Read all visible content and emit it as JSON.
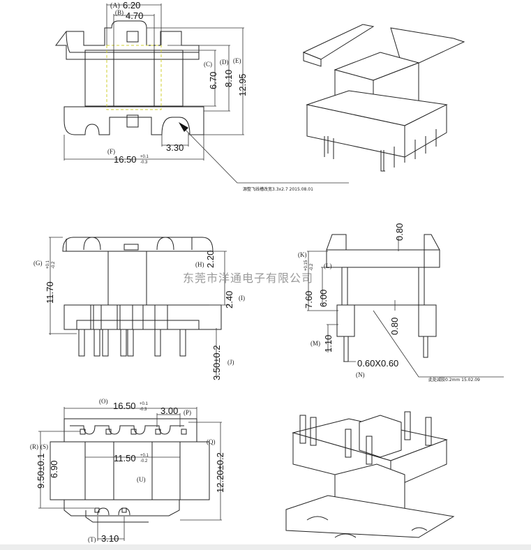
{
  "top_view": {
    "A": "(A)",
    "A_value": "6.20",
    "B": "(B)",
    "B_value": "4.70",
    "C": "(C)",
    "C_value": "6.70",
    "D": "(D)",
    "D_value": "8.10",
    "E": "(E)",
    "E_value": "12.95",
    "F": "(F)",
    "F_value": "16.50",
    "F_tol_plus": "+0.1",
    "F_tol_minus": "-0.3",
    "slot_value": "3.30",
    "note": "源整飞线槽改宽3.3x2.7   2015.08.01"
  },
  "front_view": {
    "G": "(G)",
    "G_value": "11.70",
    "G_tol_plus": "+0.1",
    "G_tol_minus": "-0.2",
    "H": "(H)",
    "H_value": "2.20",
    "I": "(I)",
    "I_value": "2.40",
    "J": "(J)",
    "J_value": "3.50±0.2"
  },
  "side_view": {
    "K": "(K)",
    "K_value": "7.60",
    "K_tol_plus": "+0.15",
    "K_tol_minus": "-0.2",
    "L": "(L)",
    "L_value": "6.00",
    "top_value": "0.80",
    "mid_value": "0.80",
    "M": "(M)",
    "M_value": "1.10",
    "N": "(N)",
    "N_value": "0.60X0.60",
    "note": "此处减胶0.2mm   15.02.09"
  },
  "bottom_view": {
    "O": "(O)",
    "O_value": "16.50",
    "O_tol_plus": "+0.1",
    "O_tol_minus": "-0.3",
    "P": "(P)",
    "P_value": "3.00",
    "Q": "(Q)",
    "Q_value": "12.20±0.2",
    "R": "(R)",
    "R_value": "9.50±0.1",
    "S": "(S)",
    "S_value": "6.90",
    "U_value": "11.50",
    "U_tol_plus": "+0.1",
    "U_tol_minus": "-0.2",
    "U": "(U)",
    "T": "(T)",
    "T_value": "3.10"
  },
  "watermark": "东莞市洋通电子有限公司"
}
